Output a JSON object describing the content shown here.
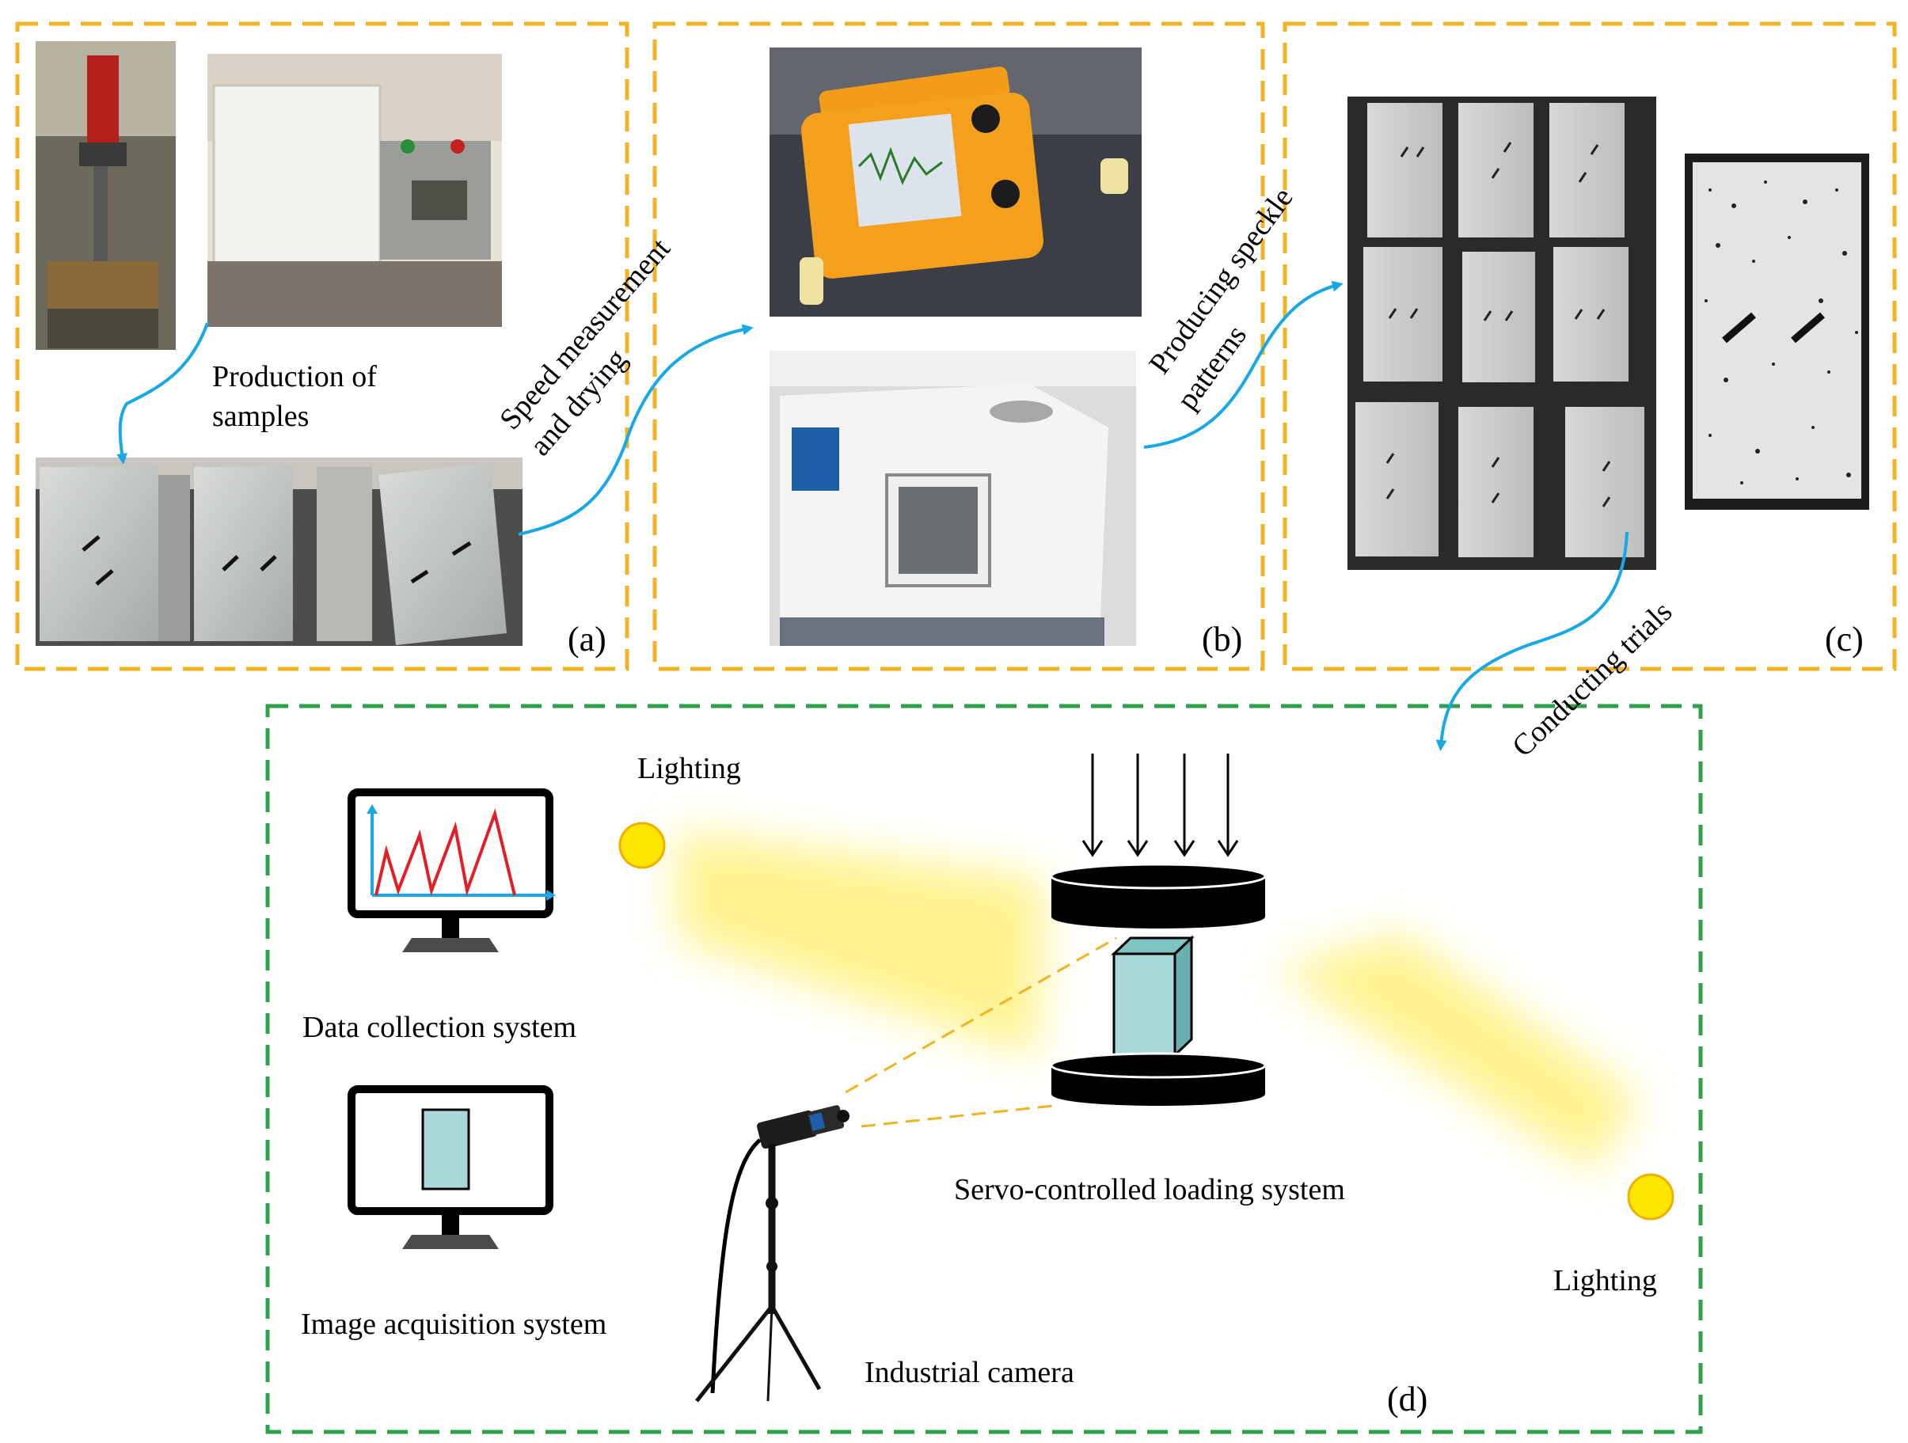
{
  "panels": {
    "a": {
      "label": "(a)",
      "caption_line1": "Production of",
      "caption_line2": "samples"
    },
    "b": {
      "label": "(b)"
    },
    "c": {
      "label": "(c)"
    },
    "d": {
      "label": "(d)"
    }
  },
  "steps": {
    "speed_line1": "Speed measurement",
    "speed_line2": "and drying",
    "speckle_line1": "Producing speckle",
    "speckle_line2": "patterns",
    "trials": "Conducting trials"
  },
  "setup": {
    "lighting_top": "Lighting",
    "lighting_bottom": "Lighting",
    "data_collection": "Data collection system",
    "image_acquisition": "Image acquisition system",
    "servo_loading": "Servo-controlled loading system",
    "camera": "Industrial camera"
  },
  "colors": {
    "panel_border_orange": "#f0b323",
    "panel_border_green": "#2ca24a",
    "flow_arrow": "#18a8e6",
    "specimen": "#a9d8d8",
    "lighting": "#ffe600",
    "chart_line": "#e21f26"
  }
}
